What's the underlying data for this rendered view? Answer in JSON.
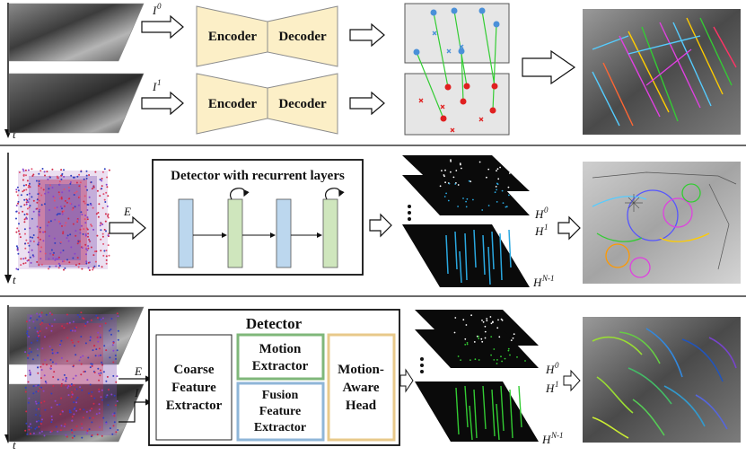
{
  "row1": {
    "input_a": "I",
    "input_a_sup": "0",
    "input_b": "I",
    "input_b_sup": "1",
    "encoder": "Encoder",
    "decoder": "Decoder",
    "time_axis": "t"
  },
  "row2": {
    "input": "E",
    "detector_title": "Detector with recurrent layers",
    "heatmap_0": "H",
    "heatmap_0_sup": "0",
    "heatmap_1": "H",
    "heatmap_1_sup": "1",
    "heatmap_n": "H",
    "heatmap_n_sup": "N-1",
    "time_axis": "t"
  },
  "row3": {
    "input_e": "E",
    "input_i": "I",
    "detector_title": "Detector",
    "coarse": [
      "Coarse",
      "Feature",
      "Extractor"
    ],
    "motion": [
      "Motion",
      "Extractor"
    ],
    "fusion": [
      "Fusion",
      "Feature",
      "Extractor"
    ],
    "head": [
      "Motion-",
      "Aware",
      "Head"
    ],
    "heatmap_0": "H",
    "heatmap_0_sup": "0",
    "heatmap_1": "H",
    "heatmap_1_sup": "1",
    "heatmap_n": "H",
    "heatmap_n_sup": "N-1",
    "time_axis": "t"
  },
  "colors": {
    "encoder_fill": "#fcefc7",
    "encoder_stroke": "#8c8c8c",
    "layer_blue": "#bcd7ee",
    "layer_green": "#cfe6bd",
    "motion_border": "#7fb77a",
    "fusion_border": "#8fb6d8",
    "head_border": "#e8c98a",
    "point_blue": "#4a90d9",
    "point_red": "#e02020",
    "match_green": "#33cc33"
  }
}
